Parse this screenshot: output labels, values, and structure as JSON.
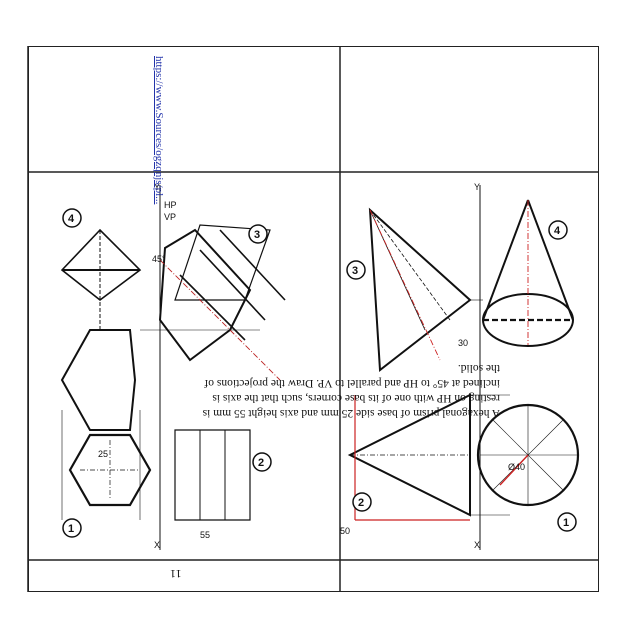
{
  "page": {
    "page_number": "11",
    "url_text": "https://www.Sources/ogzqnjs/pl...",
    "problem_text": "A hexagonal prism of base side 25 mm and axis height 55 mm is resting on HP with one of its base corners, such that the axis is inclined at 45° to HP and parallel to VP. Draw the projections of the solid."
  },
  "labels": {
    "circle1": "1",
    "circle2": "2",
    "circle3": "3",
    "circle4": "4",
    "dim25": "25",
    "dim55": "55",
    "angle45": "45°",
    "dim50": "50",
    "angle30": "30",
    "diam40": "Ø40",
    "x": "X",
    "y": "Y",
    "hp": "HP",
    "vp": "VP"
  }
}
